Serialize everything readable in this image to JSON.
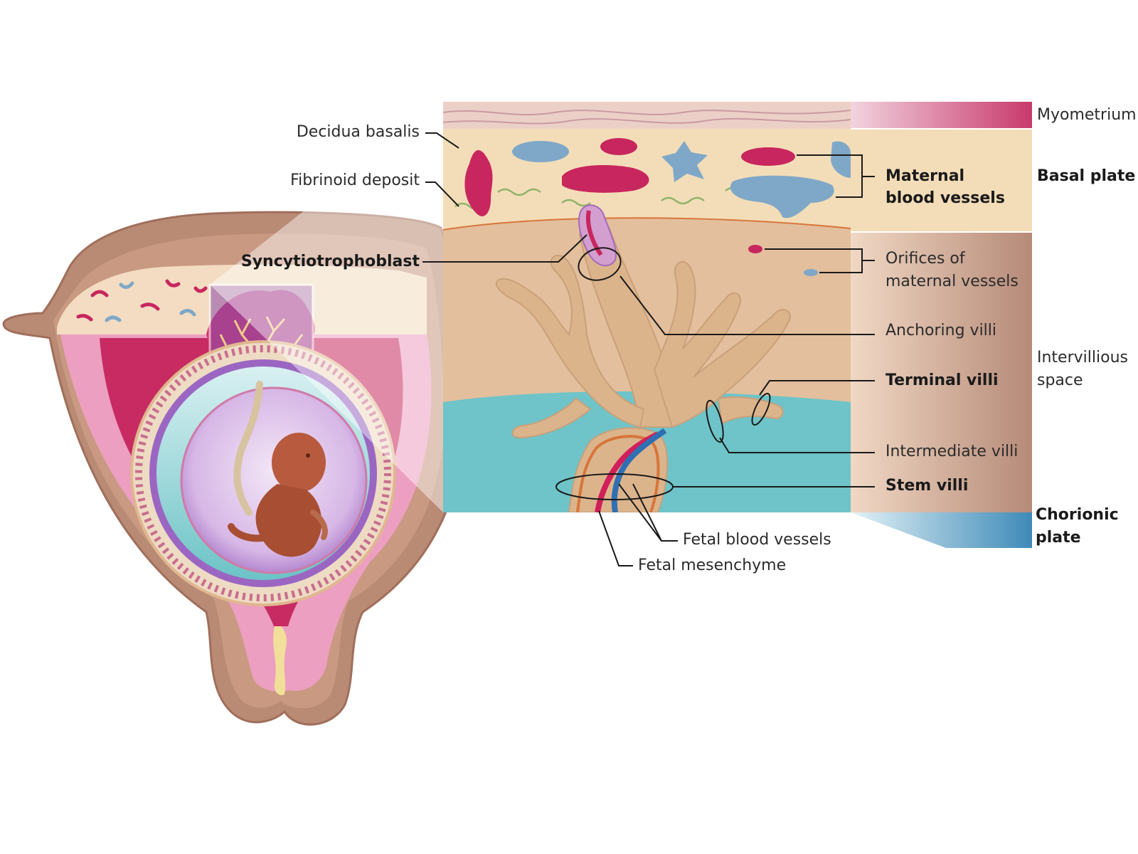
{
  "colors": {
    "uterus_wall": "#b98a74",
    "uterus_wall_dark": "#a06f5c",
    "decidua": "#f3d6b5",
    "maternal_red": "#c8265e",
    "maternal_blue": "#7fa8c8",
    "placenta_magenta": "#cf3770",
    "placenta_purple": "#7a3aa0",
    "intervillous": "#e6bf9c",
    "villi": "#dcb48c",
    "chorionic": "#6ec4c8",
    "fetal_red": "#d01f5a",
    "fetal_blue": "#2f6fb3",
    "label_line": "#1a1a1a"
  },
  "labels": {
    "decidua_basalis": "Decidua basalis",
    "fibrinoid_deposit": "Fibrinoid deposit",
    "syncytiotrophoblast": "Syncytiotrophoblast",
    "maternal_blood_vessels_1": "Maternal",
    "maternal_blood_vessels_2": "blood vessels",
    "orifices_1": "Orifices of",
    "orifices_2": "maternal vessels",
    "anchoring_villi": "Anchoring villi",
    "terminal_villi": "Terminal villi",
    "intermediate_villi": "Intermediate villi",
    "stem_villi": "Stem villi",
    "fetal_blood_vessels": "Fetal blood vessels",
    "fetal_mesenchyme": "Fetal mesenchyme"
  },
  "layers": {
    "myometrium": "Myometrium",
    "basal_plate": "Basal plate",
    "intervillous_1": "Intervillious",
    "intervillous_2": "space",
    "chorionic_1": "Chorionic",
    "chorionic_2": "plate"
  },
  "icons": [
    "uterus-illustration",
    "fetus-illustration",
    "placenta-cross-section"
  ]
}
